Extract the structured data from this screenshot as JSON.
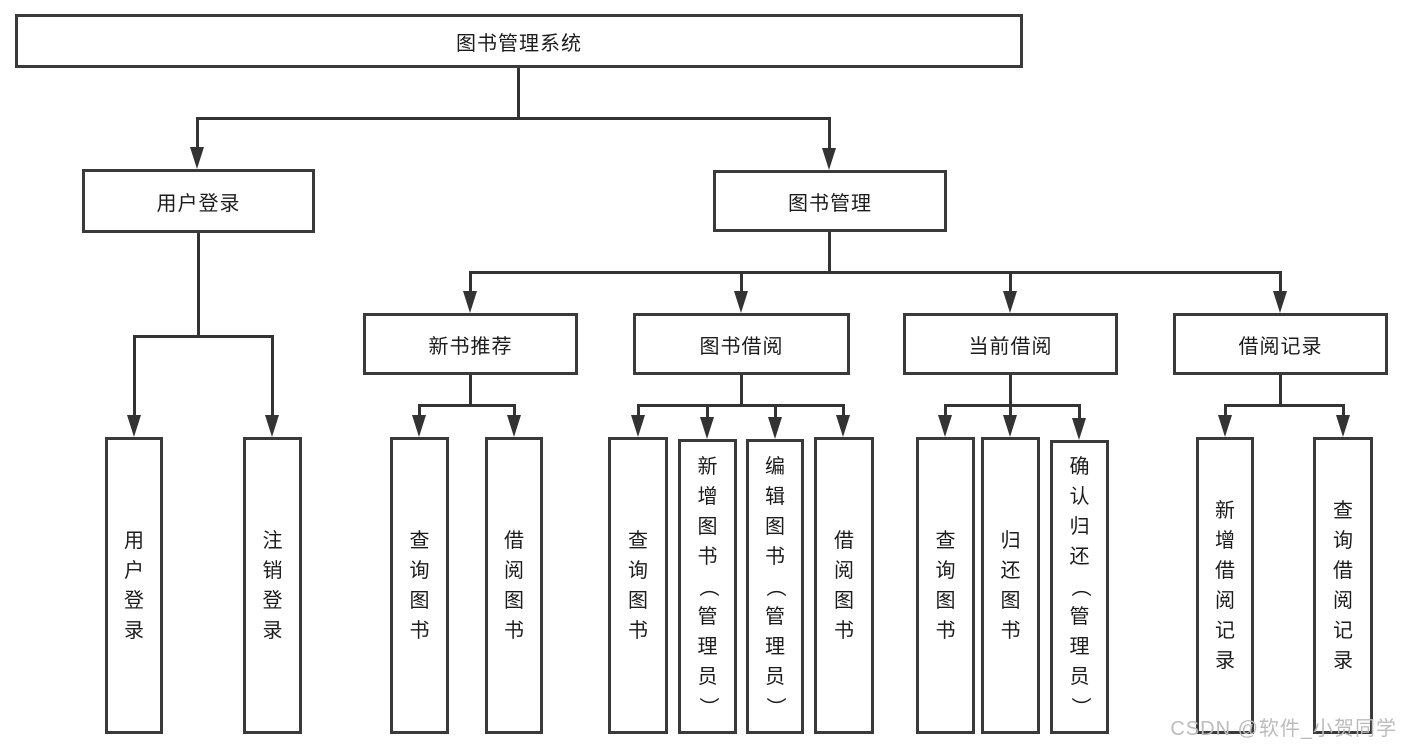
{
  "tree": {
    "label": "图书管理系统",
    "children": [
      {
        "label": "用户登录",
        "children": [
          {
            "label": "用户登录"
          },
          {
            "label": "注销登录"
          }
        ]
      },
      {
        "label": "图书管理",
        "children": [
          {
            "label": "新书推荐",
            "children": [
              {
                "label": "查询图书"
              },
              {
                "label": "借阅图书"
              }
            ]
          },
          {
            "label": "图书借阅",
            "children": [
              {
                "label": "查询图书"
              },
              {
                "label": "新增图书（管理员）"
              },
              {
                "label": "编辑图书（管理员）"
              },
              {
                "label": "借阅图书"
              }
            ]
          },
          {
            "label": "当前借阅",
            "children": [
              {
                "label": "查询图书"
              },
              {
                "label": "归还图书"
              },
              {
                "label": "确认归还（管理员）"
              }
            ]
          },
          {
            "label": "借阅记录",
            "children": [
              {
                "label": "新增借阅记录"
              },
              {
                "label": "查询借阅记录"
              }
            ]
          }
        ]
      }
    ]
  },
  "watermark": {
    "text": "CSDN @软件_小贺同学"
  },
  "colors": {
    "background": "#ffffff",
    "box_border": "#3a3a3a",
    "line": "#333333",
    "text": "#1c1c1c",
    "watermark": "#bcbcbc"
  }
}
